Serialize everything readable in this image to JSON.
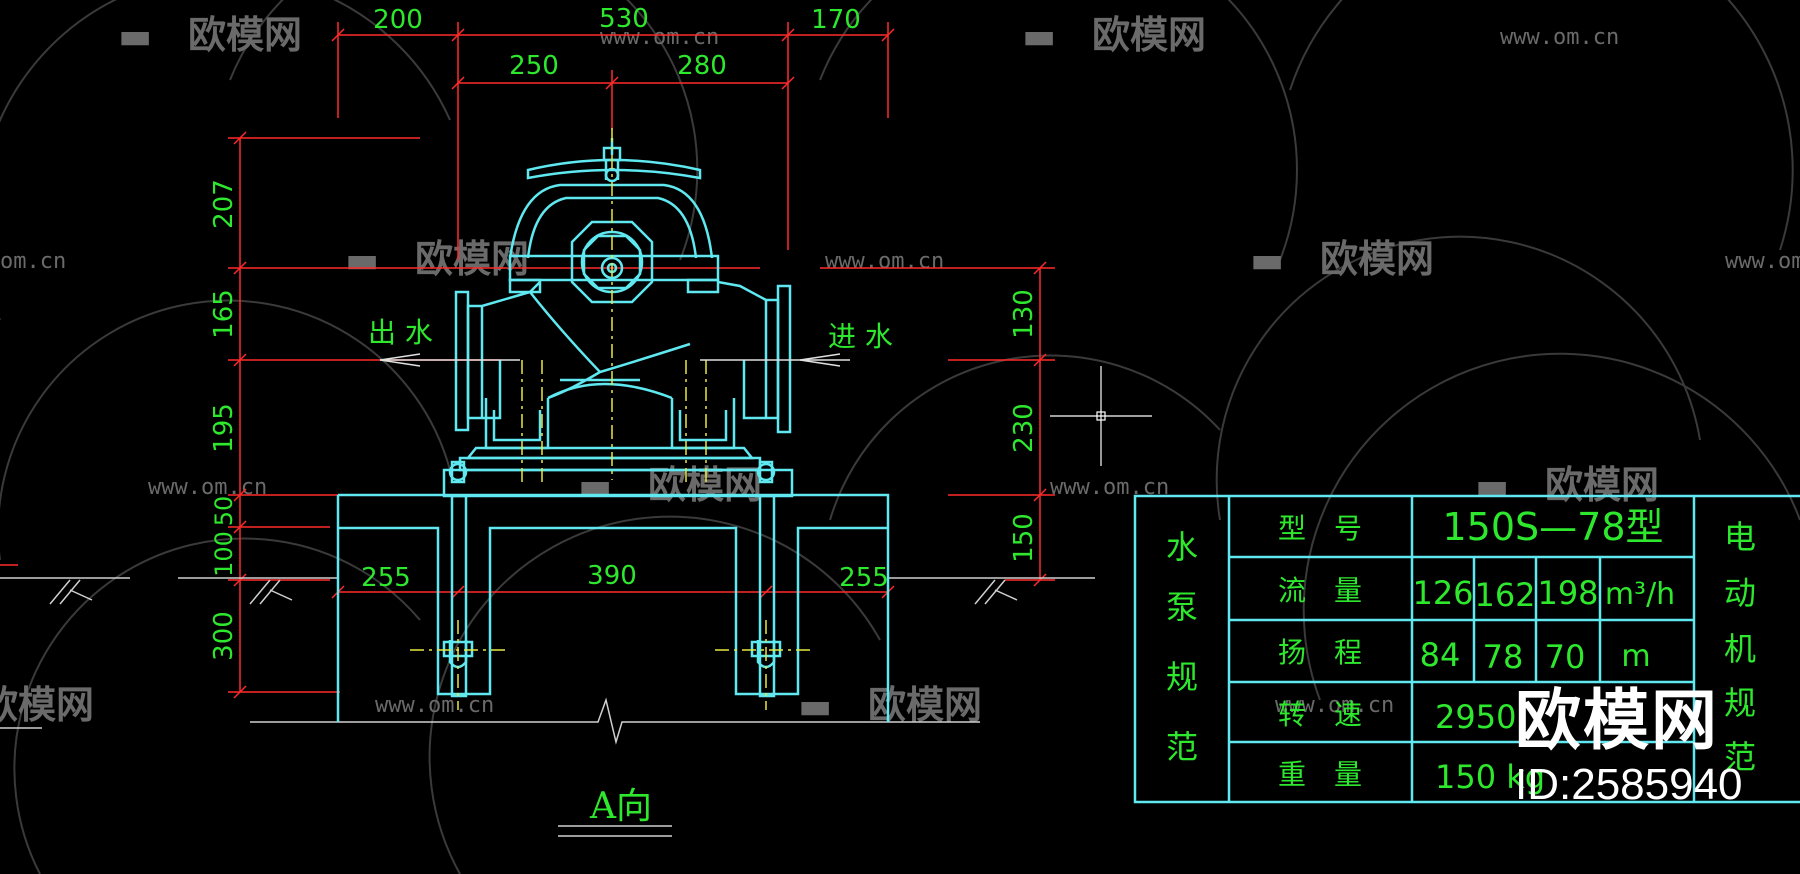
{
  "colors": {
    "background": "#000000",
    "outline": "#5fe8f0",
    "dimension": "#ff2a2a",
    "dimension_text": "#2ee82e",
    "center_line": "#e8e840",
    "watermark": "#6a6a6a"
  },
  "dimensions": {
    "top": {
      "d200": "200",
      "d530": "530",
      "d170": "170",
      "d250": "250",
      "d280": "280"
    },
    "left": {
      "d207": "207",
      "d165": "165",
      "d195": "195",
      "d50": "50",
      "d100": "100",
      "d300": "300"
    },
    "right": {
      "d130": "130",
      "d230": "230",
      "d150": "150"
    },
    "base": {
      "d255_left": "255",
      "d390": "390",
      "d255_right": "255"
    }
  },
  "labels": {
    "outlet": "出 水",
    "inlet": "进 水",
    "view_title": "A向"
  },
  "spec_table": {
    "pump_title": [
      "水",
      "泵",
      "规",
      "范"
    ],
    "motor_title": [
      "电",
      "动",
      "机",
      "规",
      "范"
    ],
    "rows": [
      {
        "name": "型　号",
        "values": [
          "150S—78型"
        ]
      },
      {
        "name": "流　量",
        "values": [
          "126",
          "162",
          "198",
          "m³/h"
        ]
      },
      {
        "name": "扬　程",
        "values": [
          "84",
          "78",
          "70",
          "m"
        ]
      },
      {
        "name": "转　速",
        "values": [
          "2950"
        ]
      },
      {
        "name": "重　量",
        "values": [
          "150 kg"
        ]
      }
    ]
  },
  "watermark": {
    "brand": "欧模网",
    "url": "www.om.cn",
    "url_partial": "om.cn",
    "id": "ID:2585940"
  }
}
